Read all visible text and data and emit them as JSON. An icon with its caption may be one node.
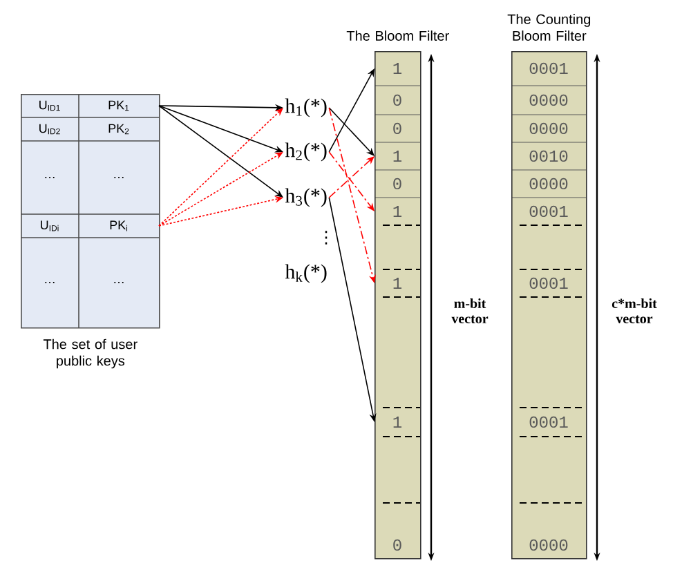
{
  "diagram": {
    "nodes": [
      {
        "text": [],
        "shape": "box",
        "beside": [
          "The set of user public keys"
        ]
      },
      {
        "text": [
          "U$_{ID1}$"
        ],
        "in": 0
      },
      {
        "text": [
          "PK$_{1}$"
        ],
        "in": 0
      },
      {
        "text": [
          "U$_{ID2}$"
        ],
        "in": 0
      },
      {
        "text": [
          "PK$_{2}$"
        ],
        "in": 0
      },
      {
        "text": [
          "…"
        ],
        "in": 0
      },
      {
        "text": [
          "…"
        ],
        "in": 0
      },
      {
        "text": [
          "U$_{IDi}$"
        ],
        "in": 0
      },
      {
        "text": [
          "PK$_{i}$"
        ],
        "in": 0
      },
      {
        "text": [
          "…"
        ],
        "in": 0
      },
      {
        "text": [
          "…"
        ],
        "in": 0
      },
      {
        "text": [
          "h$_{1}$(*)"
        ]
      },
      {
        "text": [
          "h$_{2}$(*)"
        ]
      },
      {
        "text": [
          "h$_{3}$(*)"
        ]
      },
      {
        "text": [
          "h$_{k}$(*)"
        ]
      },
      {
        "text": [
          "The Bloom Filter"
        ]
      },
      {
        "text": [
          "1"
        ],
        "in": 15
      },
      {
        "text": [
          "0"
        ],
        "in": 15
      },
      {
        "text": [
          "0"
        ],
        "in": 15
      },
      {
        "text": [
          "1"
        ],
        "in": 15
      },
      {
        "text": [
          "0"
        ],
        "in": 15
      },
      {
        "text": [
          "1"
        ],
        "in": 15
      },
      {
        "text": [
          "1"
        ],
        "in": 15
      },
      {
        "text": [
          "1"
        ],
        "in": 15
      },
      {
        "text": [
          "0"
        ],
        "in": 15
      },
      {
        "text": [
          "The Counting Bloom Filter"
        ]
      },
      {
        "text": [
          "0001"
        ],
        "in": 25
      },
      {
        "text": [
          "0000"
        ],
        "in": 25
      },
      {
        "text": [
          "0000"
        ],
        "in": 25
      },
      {
        "text": [
          "0010"
        ],
        "in": 25
      },
      {
        "text": [
          "0000"
        ],
        "in": 25
      },
      {
        "text": [
          "0001"
        ],
        "in": 25
      },
      {
        "text": [
          "0001"
        ],
        "in": 25
      },
      {
        "text": [
          "0001"
        ],
        "in": 25
      },
      {
        "text": [
          "0000"
        ],
        "in": 25
      }
    ],
    "edges": [
      {
        "from": 2,
        "to": 11,
        "arrow": "to"
      },
      {
        "from": 2,
        "to": 12,
        "arrow": "to"
      },
      {
        "from": 2,
        "to": 13,
        "arrow": "to"
      },
      {
        "from": 8,
        "to": 11,
        "arrow": "to",
        "style": "dashed",
        "color": "#ff0000"
      },
      {
        "from": 8,
        "to": 12,
        "arrow": "to",
        "style": "dashed",
        "color": "#ff0000"
      },
      {
        "from": 8,
        "to": 13,
        "arrow": "to",
        "style": "dashed",
        "color": "#ff0000"
      },
      {
        "from": 11,
        "to": 19,
        "arrow": "to"
      },
      {
        "from": 12,
        "to": 16,
        "arrow": "to"
      },
      {
        "from": 13,
        "to": 23,
        "arrow": "to"
      },
      {
        "from": 11,
        "to": 22,
        "arrow": "to",
        "style": "dashed",
        "color": "#ff0000"
      },
      {
        "from": 12,
        "to": 21,
        "arrow": "to",
        "style": "dashed",
        "color": "#ff0000"
      },
      {
        "from": 13,
        "to": 19,
        "arrow": "to",
        "style": "dashed",
        "color": "#ff0000"
      }
    ],
    "labels": [
      "⋮",
      "m-bit vector",
      "c*m-bit vector"
    ]
  }
}
